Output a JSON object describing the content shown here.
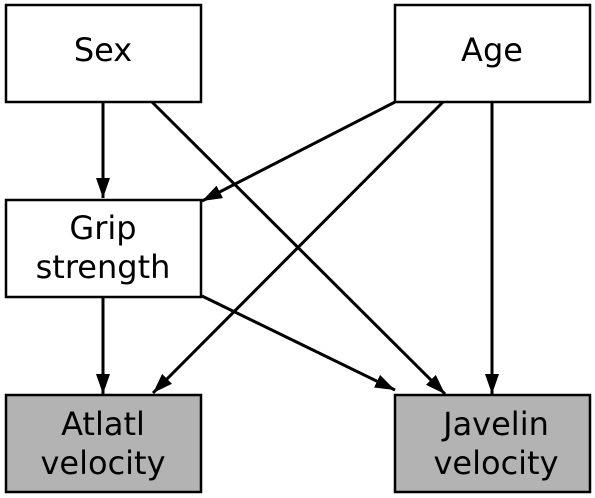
{
  "nodes": {
    "sex": {
      "lines": [
        "Sex"
      ]
    },
    "age": {
      "lines": [
        "Age"
      ]
    },
    "grip": {
      "lines": [
        "Grip",
        "strength"
      ]
    },
    "atlatl": {
      "lines": [
        "Atlatl",
        "velocity"
      ]
    },
    "javelin": {
      "lines": [
        "Javelin",
        "velocity"
      ]
    }
  },
  "edges": [
    {
      "from": "sex",
      "to": "grip"
    },
    {
      "from": "sex",
      "to": "javelin"
    },
    {
      "from": "age",
      "to": "grip"
    },
    {
      "from": "age",
      "to": "atlatl"
    },
    {
      "from": "age",
      "to": "javelin"
    },
    {
      "from": "grip",
      "to": "atlatl"
    },
    {
      "from": "grip",
      "to": "javelin"
    }
  ],
  "colors": {
    "outcome_fill": "#b3b3b3",
    "predictor_fill": "#ffffff",
    "stroke": "#000000"
  }
}
